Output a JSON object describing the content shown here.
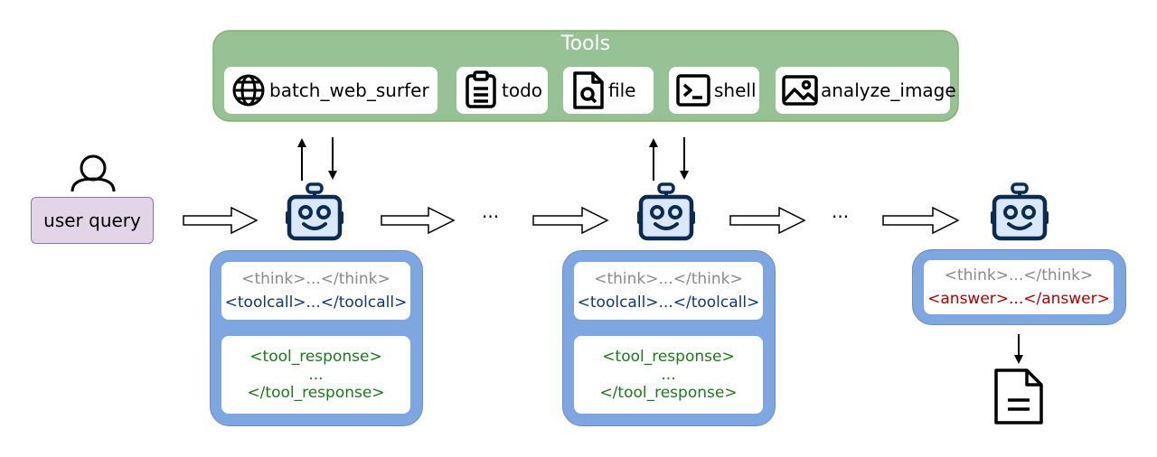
{
  "tools_panel": {
    "title": "Tools",
    "items": [
      {
        "label": "batch_web_surfer",
        "icon": "globe-icon"
      },
      {
        "label": "todo",
        "icon": "clipboard-icon"
      },
      {
        "label": "file",
        "icon": "file-search-icon"
      },
      {
        "label": "shell",
        "icon": "terminal-icon"
      },
      {
        "label": "analyze_image",
        "icon": "image-icon"
      }
    ]
  },
  "user": {
    "icon": "user-icon",
    "query_label": "user query"
  },
  "ellipsis": [
    "···",
    "···"
  ],
  "steps": [
    {
      "think": "<think>...</think>",
      "toolcall": "<toolcall>...</toolcall>",
      "response_open": "<tool_response>",
      "response_dots": "...",
      "response_close": "</tool_response>"
    },
    {
      "think": "<think>...</think>",
      "toolcall": "<toolcall>...</toolcall>",
      "response_open": "<tool_response>",
      "response_dots": "...",
      "response_close": "</tool_response>"
    },
    {
      "think": "<think>...</think>",
      "answer": "<answer>...</answer>"
    }
  ],
  "agent_icon": "robot-icon",
  "output_icon": "document-icon",
  "colors": {
    "tools_fill": "#97c295",
    "tools_stroke": "#82b366",
    "step_fill": "#7ea6e0",
    "step_stroke": "#6c8ebf",
    "robot_fill": "#dae8fc",
    "robot_stroke": "#0c2b4f",
    "query_fill": "#e1d5e7",
    "query_stroke": "#9673a6"
  }
}
